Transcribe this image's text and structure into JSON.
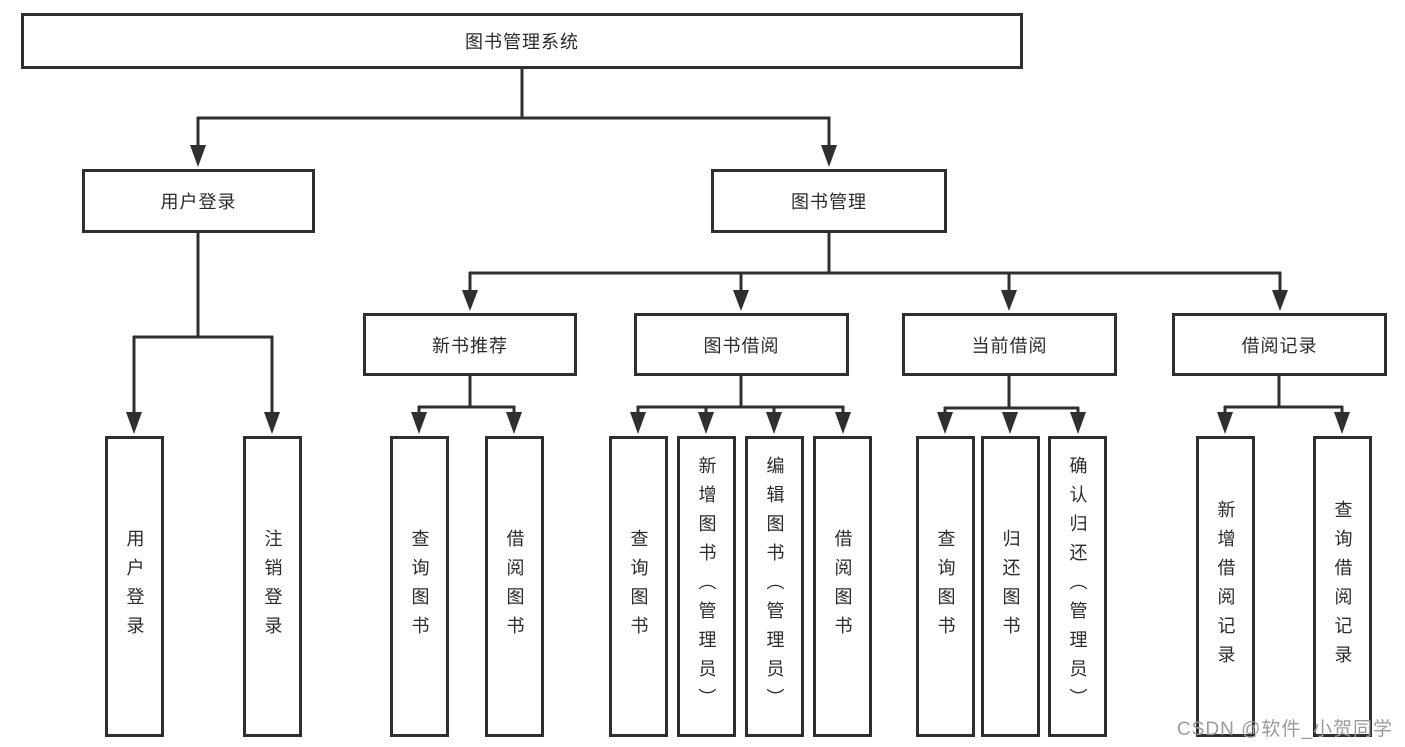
{
  "diagram": {
    "root": {
      "label": "图书管理系统"
    },
    "level2": [
      {
        "label": "用户登录"
      },
      {
        "label": "图书管理"
      }
    ],
    "level3": [
      {
        "label": "新书推荐"
      },
      {
        "label": "图书借阅"
      },
      {
        "label": "当前借阅"
      },
      {
        "label": "借阅记录"
      }
    ],
    "leaves": [
      {
        "label": "用户登录"
      },
      {
        "label": "注销登录"
      },
      {
        "label": "查询图书"
      },
      {
        "label": "借阅图书"
      },
      {
        "label": "查询图书"
      },
      {
        "label": "新增图书（管理员）"
      },
      {
        "label": "编辑图书（管理员）"
      },
      {
        "label": "借阅图书"
      },
      {
        "label": "查询图书"
      },
      {
        "label": "归还图书"
      },
      {
        "label": "确认归还（管理员）"
      },
      {
        "label": "新增借阅记录"
      },
      {
        "label": "查询借阅记录"
      }
    ],
    "watermark": "CSDN @软件_小贺同学",
    "colors": {
      "line": "#2f2f2f",
      "text": "#2b2b2b",
      "watermark": "#9b9b9b",
      "background": "#ffffff"
    }
  }
}
